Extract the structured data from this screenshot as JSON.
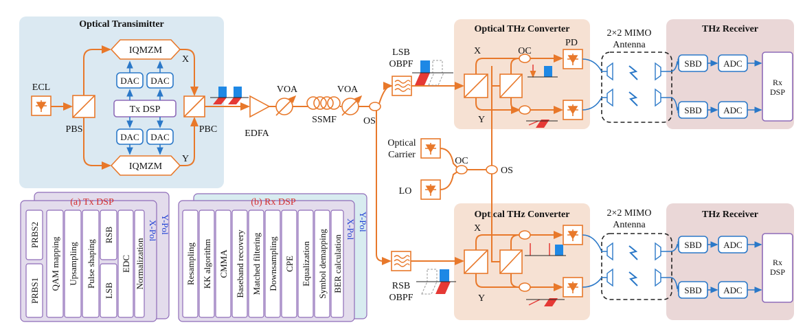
{
  "panels": {
    "transmitter": "Optical Transimitter",
    "converter_top": "Optical THz Converter",
    "converter_bottom": "Optical THz Converter",
    "receiver_top": "THz Receiver",
    "receiver_bottom": "THz Receiver",
    "mimo_top_line1": "2×2 MIMO",
    "mimo_top_line2": "Antenna",
    "mimo_bottom_line1": "2×2 MIMO",
    "mimo_bottom_line2": "Antenna"
  },
  "tx": {
    "ecl": "ECL",
    "pbs": "PBS",
    "pbc": "PBC",
    "iqmzm_top": "IQMZM",
    "iqmzm_bottom": "IQMZM",
    "dac": [
      "DAC",
      "DAC",
      "DAC",
      "DAC"
    ],
    "tx_dsp": "Tx DSP",
    "x": "X",
    "y": "Y"
  },
  "link": {
    "edfa": "EDFA",
    "voa1": "VOA",
    "voa2": "VOA",
    "ssmf": "SSMF",
    "os1": "OS",
    "os2": "OS",
    "oc": "OC",
    "optical_carrier_1": "Optical",
    "optical_carrier_2": "Carrier",
    "lo": "LO",
    "lsb_obpf_1": "LSB",
    "lsb_obpf_2": "OBPF",
    "rsb_obpf_1": "RSB",
    "rsb_obpf_2": "OBPF"
  },
  "converter": {
    "x": "X",
    "y": "Y",
    "oc": "OC",
    "pd": "PD"
  },
  "receiver": {
    "sbd": "SBD",
    "adc": "ADC",
    "rx_dsp_1": "Rx",
    "rx_dsp_2": "DSP"
  },
  "tx_dsp_panel": {
    "title": "(a) Tx DSP",
    "xpol": "X-Pol",
    "ypol": "Y-Pol",
    "steps": [
      "PRBS2",
      "PRBS1",
      "QAM mapping",
      "Upsampling",
      "Pulse shaping",
      "RSB",
      "LSB",
      "EDC",
      "Normalization"
    ]
  },
  "rx_dsp_panel": {
    "title": "(b) Rx DSP",
    "xpol": "X-Pol",
    "ypol": "Y-Pol",
    "steps": [
      "Resampling",
      "KK algorithm",
      "CMMA",
      "Baseband recovery",
      "Matched filtering",
      "Downsampling",
      "CPE",
      "Equalization",
      "Symbol demapping",
      "BER calculation"
    ]
  },
  "colors": {
    "optical_line": "#e8782a",
    "electrical_line": "#2a78c8",
    "tx_panel": "#dbe9f2",
    "converter_panel": "#f6e1d3",
    "receiver_panel": "#ead7d7",
    "dsp_panel": "#e3dcec",
    "spectrum_blue": "#1e88e5",
    "spectrum_red": "#e53935"
  }
}
